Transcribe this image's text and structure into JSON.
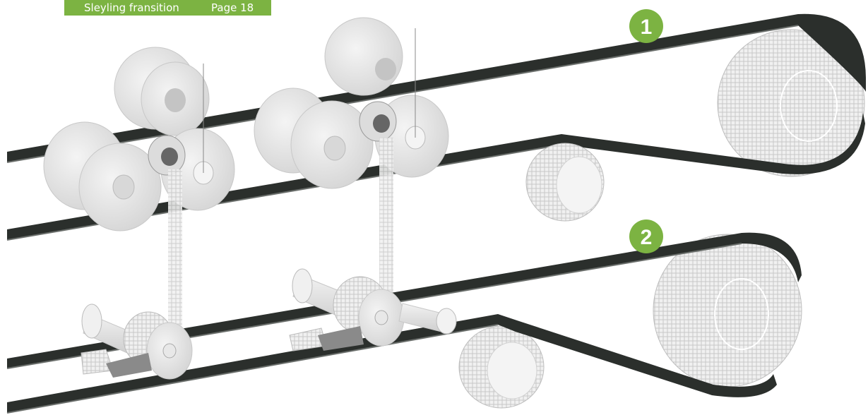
{
  "header": {
    "title": "Sleyling fransition",
    "page": "Page 18",
    "color": "#7cb342"
  },
  "markers": [
    {
      "label": "1",
      "color": "#7cb342"
    },
    {
      "label": "2",
      "color": "#7cb342"
    }
  ],
  "colors": {
    "belt": "#2b2f2c",
    "belt_edge": "#5e625f",
    "roller": "#e8e8e8",
    "roller_shade": "#cfcfcf",
    "hub": "#b8b8b8",
    "falling_fibers": "#9e9e9e"
  },
  "icons": [
    "spool-icon",
    "pulley-icon",
    "belt-icon",
    "fiber-stream-icon"
  ]
}
